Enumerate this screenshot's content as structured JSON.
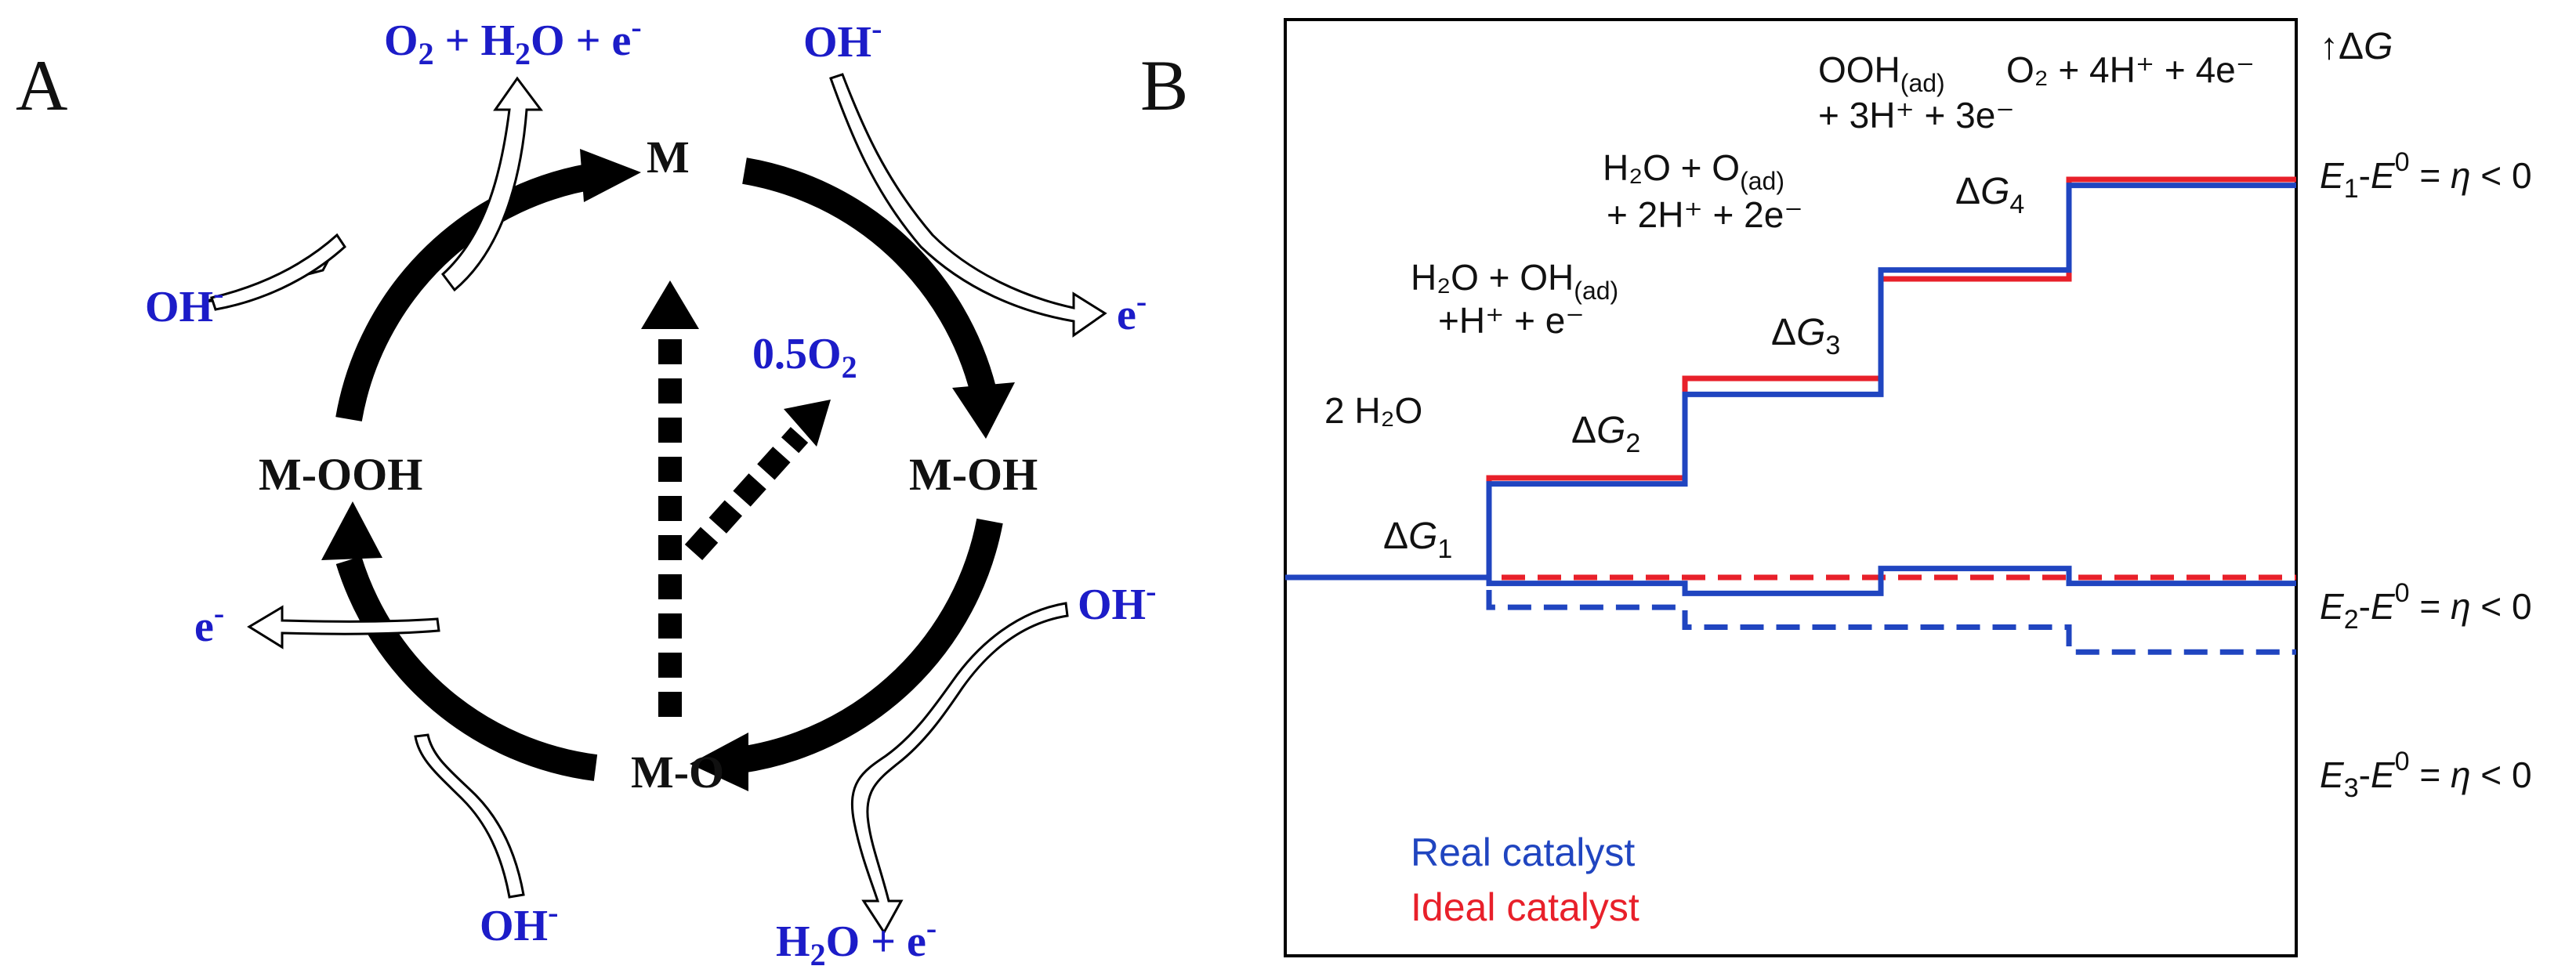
{
  "panel_a": {
    "letter": "A",
    "nodes": {
      "top": "M",
      "right": "M-OH",
      "bottom": "M-O",
      "left": "M-OOH"
    },
    "species": {
      "top_left_out": {
        "main": "O",
        "sub1": "2",
        "mid": " + H",
        "sub2": "2",
        "end": "O + e",
        "sup": "-"
      },
      "top_right_in": {
        "main": "OH",
        "sup": "-"
      },
      "left_in": {
        "main": "OH",
        "sup": "-"
      },
      "right_out": {
        "main": "e",
        "sup": "-"
      },
      "center_product": {
        "main": "0.5O",
        "sub": "2"
      },
      "right_lower_in": {
        "main": "OH",
        "sup": "-"
      },
      "left_lower_out": {
        "main": "e",
        "sup": "-"
      },
      "bottom_left_in": {
        "main": "OH",
        "sup": "-"
      },
      "bottom_right_out": {
        "main": "H",
        "sub": "2",
        "end": "O + e",
        "sup": "-"
      }
    }
  },
  "panel_b": {
    "letter": "B",
    "axis_label": {
      "arrow": "↑",
      "delta": "Δ",
      "g": "G"
    },
    "states": {
      "s0": "2 H₂O",
      "s1_line1_a": "H₂O + OH",
      "s1_line1_sub": "(ad)",
      "s1_line2": "+H⁺ + e⁻",
      "s2_line1_a": "H₂O + O",
      "s2_line1_sub": "(ad)",
      "s2_line2": "+ 2H⁺ + 2e⁻",
      "s3_line1_a": "OOH",
      "s3_line1_sub": "(ad)",
      "s3_line2": "+ 3H⁺ + 3e⁻",
      "s4": "O₂ + 4H⁺ + 4e⁻"
    },
    "delta_g_labels": [
      {
        "delta": "Δ",
        "g": "G",
        "sub": "1"
      },
      {
        "delta": "Δ",
        "g": "G",
        "sub": "2"
      },
      {
        "delta": "Δ",
        "g": "G",
        "sub": "3"
      },
      {
        "delta": "Δ",
        "g": "G",
        "sub": "4"
      }
    ],
    "potential_labels": [
      {
        "e": "E",
        "esub": "1",
        "mid": "-",
        "e0": "E",
        "sup": "0",
        "eq": " = ",
        "eta": "η",
        "rel": " < 0"
      },
      {
        "e": "E",
        "esub": "2",
        "mid": "-",
        "e0": "E",
        "sup": "0",
        "eq": " = ",
        "eta": "η",
        "rel": " < 0"
      },
      {
        "e": "E",
        "esub": "3",
        "mid": "-",
        "e0": "E",
        "sup": "0",
        "eq": " = ",
        "eta": "η",
        "rel": " < 0"
      }
    ],
    "legend": {
      "real": "Real catalyst",
      "ideal": "Ideal catalyst"
    },
    "colors": {
      "real": "#2045c0",
      "ideal": "#e8202a",
      "node": "#111111",
      "species": "#1c1cc8"
    },
    "chart_data": {
      "type": "line",
      "x_steps": [
        "2 H₂O",
        "H₂O + OH(ad) +H⁺ + e⁻",
        "H₂O + O(ad) + 2H⁺ + 2e⁻",
        "OOH(ad) + 3H⁺ + 3e⁻",
        "O₂ + 4H⁺ + 4e⁻"
      ],
      "ylabel": "ΔG",
      "series": [
        {
          "name": "Ideal catalyst",
          "potential": "E1",
          "style": "solid",
          "color": "#e8202a",
          "values": [
            0,
            1,
            2,
            3,
            4
          ]
        },
        {
          "name": "Real catalyst",
          "potential": "E1",
          "style": "solid",
          "color": "#2045c0",
          "values": [
            0,
            0.94,
            1.84,
            3.09,
            3.94
          ]
        },
        {
          "name": "Ideal catalyst",
          "potential": "E2",
          "style": "dashed",
          "color": "#e8202a",
          "values": [
            0,
            0,
            0,
            0,
            0
          ]
        },
        {
          "name": "Real catalyst",
          "potential": "E2",
          "style": "solid",
          "color": "#2045c0",
          "values": [
            0,
            -0.06,
            -0.16,
            0.09,
            -0.06
          ]
        },
        {
          "name": "Real catalyst",
          "potential": "E3",
          "style": "dashed",
          "color": "#2045c0",
          "values": [
            0,
            -0.3,
            -0.5,
            -0.5,
            -0.75
          ]
        }
      ]
    }
  }
}
